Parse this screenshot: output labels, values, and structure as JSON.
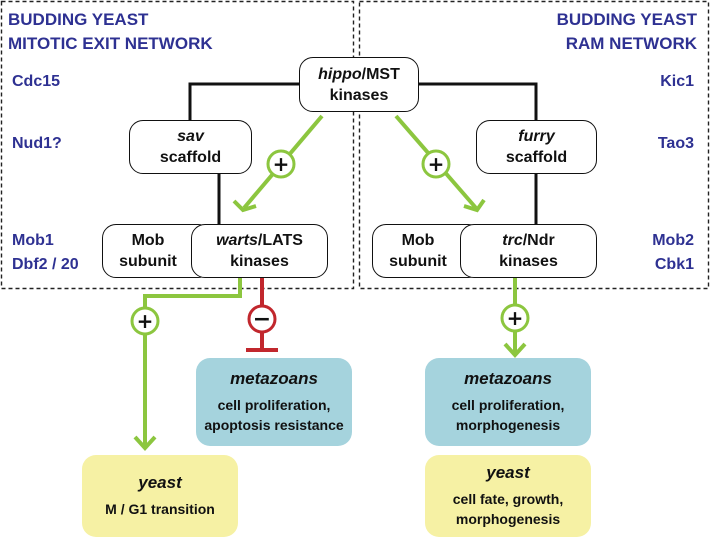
{
  "left_network": {
    "title_line1": "BUDDING YEAST",
    "title_line2": "MITOTIC EXIT NETWORK",
    "genes": [
      "Cdc15",
      "Nud1?",
      "Mob1",
      "Dbf2 / 20"
    ]
  },
  "right_network": {
    "title_line1": "BUDDING YEAST",
    "title_line2": "RAM NETWORK",
    "genes": [
      "Kic1",
      "Tao3",
      "Mob2",
      "Cbk1"
    ]
  },
  "hippo": {
    "italic": "hippo",
    "rest": "/MST",
    "line2": "kinases"
  },
  "sav": {
    "italic": "sav",
    "line2": "scaffold"
  },
  "furry": {
    "italic": "furry",
    "line2": "scaffold"
  },
  "mob_left": {
    "line1": "Mob",
    "line2": "subunit"
  },
  "warts": {
    "italic": "warts",
    "rest": "/LATS",
    "line2": "kinases"
  },
  "mob_right": {
    "line1": "Mob",
    "line2": "subunit"
  },
  "trc": {
    "italic": "trc",
    "rest": "/Ndr",
    "line2": "kinases"
  },
  "signs": {
    "plus": "+",
    "minus": "−"
  },
  "outcomes": {
    "left_metazoans": {
      "head": "metazoans",
      "line1": "cell proliferation,",
      "line2": "apoptosis resistance"
    },
    "left_yeast": {
      "head": "yeast",
      "line1": "M / G1 transition"
    },
    "right_metazoans": {
      "head": "metazoans",
      "line1": "cell proliferation,",
      "line2": "morphogenesis"
    },
    "right_yeast": {
      "head": "yeast",
      "line1": "cell fate, growth,",
      "line2": "morphogenesis"
    }
  },
  "colors": {
    "activation": "#8cc63f",
    "inhibition": "#c1272d",
    "network_text": "#2e3192",
    "metazoan_fill": "#a5d3dd",
    "yeast_fill": "#f6f1a4"
  }
}
